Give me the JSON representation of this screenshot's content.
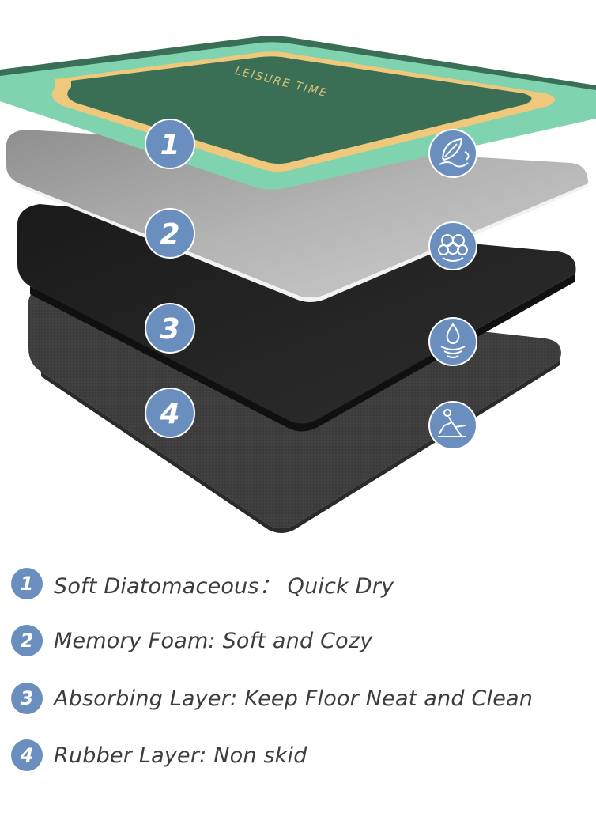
{
  "mat_text": "LEISURE TIME",
  "layers": [
    {
      "number": "1",
      "icon": "leaf-wave-icon",
      "description": "Soft Diatomaceous：  Quick Dry"
    },
    {
      "number": "2",
      "icon": "cotton-flower-icon",
      "description": "Memory Foam: Soft and Cozy"
    },
    {
      "number": "3",
      "icon": "water-drop-absorb-icon",
      "description": "Absorbing Layer: Keep Floor Neat and Clean"
    },
    {
      "number": "4",
      "icon": "no-slip-person-icon",
      "description": "Rubber Layer: Non skid"
    }
  ],
  "colors": {
    "badge": "#6a8fbf",
    "mat_green": "#3a6e55",
    "mat_mint": "#7fd3ae",
    "mat_gold": "#f0c87c",
    "foam_gray": "#a7a7a7",
    "absorb_black": "#232323",
    "rubber_gray": "#3e3e3e"
  }
}
